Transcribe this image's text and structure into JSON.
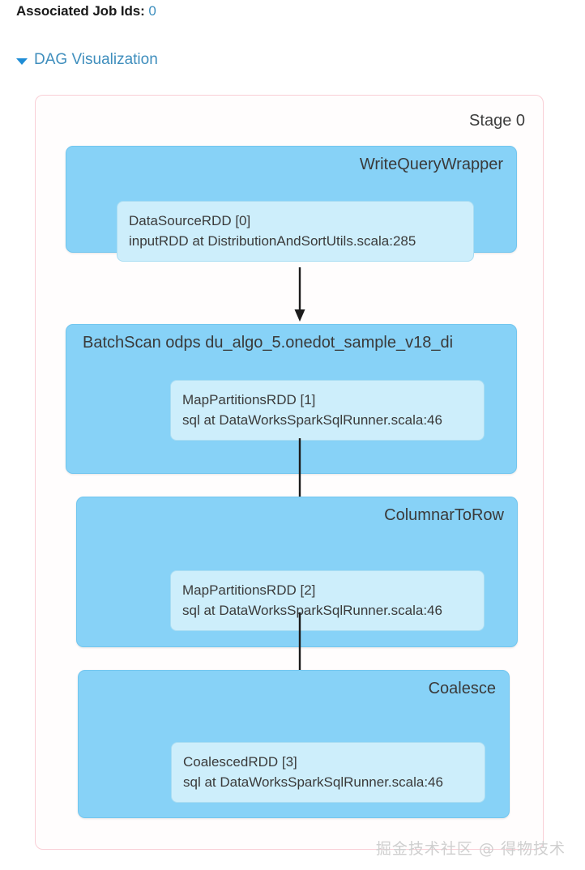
{
  "header": {
    "job_ids_label": "Associated Job Ids:",
    "job_ids_value": "0",
    "value_color": "#3b8dbd"
  },
  "dag_section": {
    "toggle_label": "DAG Visualization",
    "toggle_icon": "caret-down-icon",
    "expanded": true,
    "link_color": "#3f8ebd"
  },
  "stage": {
    "label": "Stage 0",
    "border_color": "#f9cfd6"
  },
  "palette": {
    "scope_fill": "#87d2f7",
    "scope_border": "#72c6ef",
    "rdd_fill": "#cdeefb",
    "rdd_border": "#a9ddf3",
    "arrow_color": "#1c1c1c"
  },
  "dag": {
    "type": "diagram",
    "nodes": [
      {
        "id": "scope-0",
        "title": "WriteQueryWrapper",
        "title_align": "right",
        "rdd": {
          "name": "DataSourceRDD [0]",
          "callsite": "inputRDD at DistributionAndSortUtils.scala:285"
        }
      },
      {
        "id": "scope-1",
        "title": "BatchScan odps du_algo_5.onedot_sample_v18_di",
        "title_align": "left",
        "rdd": {
          "name": "MapPartitionsRDD [1]",
          "callsite": "sql at DataWorksSparkSqlRunner.scala:46"
        }
      },
      {
        "id": "scope-2",
        "title": "ColumnarToRow",
        "title_align": "right",
        "rdd": {
          "name": "MapPartitionsRDD [2]",
          "callsite": "sql at DataWorksSparkSqlRunner.scala:46"
        }
      },
      {
        "id": "scope-3",
        "title": "Coalesce",
        "title_align": "right",
        "rdd": {
          "name": "CoalescedRDD [3]",
          "callsite": "sql at DataWorksSparkSqlRunner.scala:46"
        }
      }
    ],
    "edges": [
      {
        "from": "DataSourceRDD [0]",
        "to": "MapPartitionsRDD [1]"
      },
      {
        "from": "MapPartitionsRDD [1]",
        "to": "MapPartitionsRDD [2]"
      },
      {
        "from": "MapPartitionsRDD [2]",
        "to": "CoalescedRDD [3]"
      }
    ]
  },
  "watermark": {
    "text": "掘金技术社区 @ 得物技术"
  }
}
